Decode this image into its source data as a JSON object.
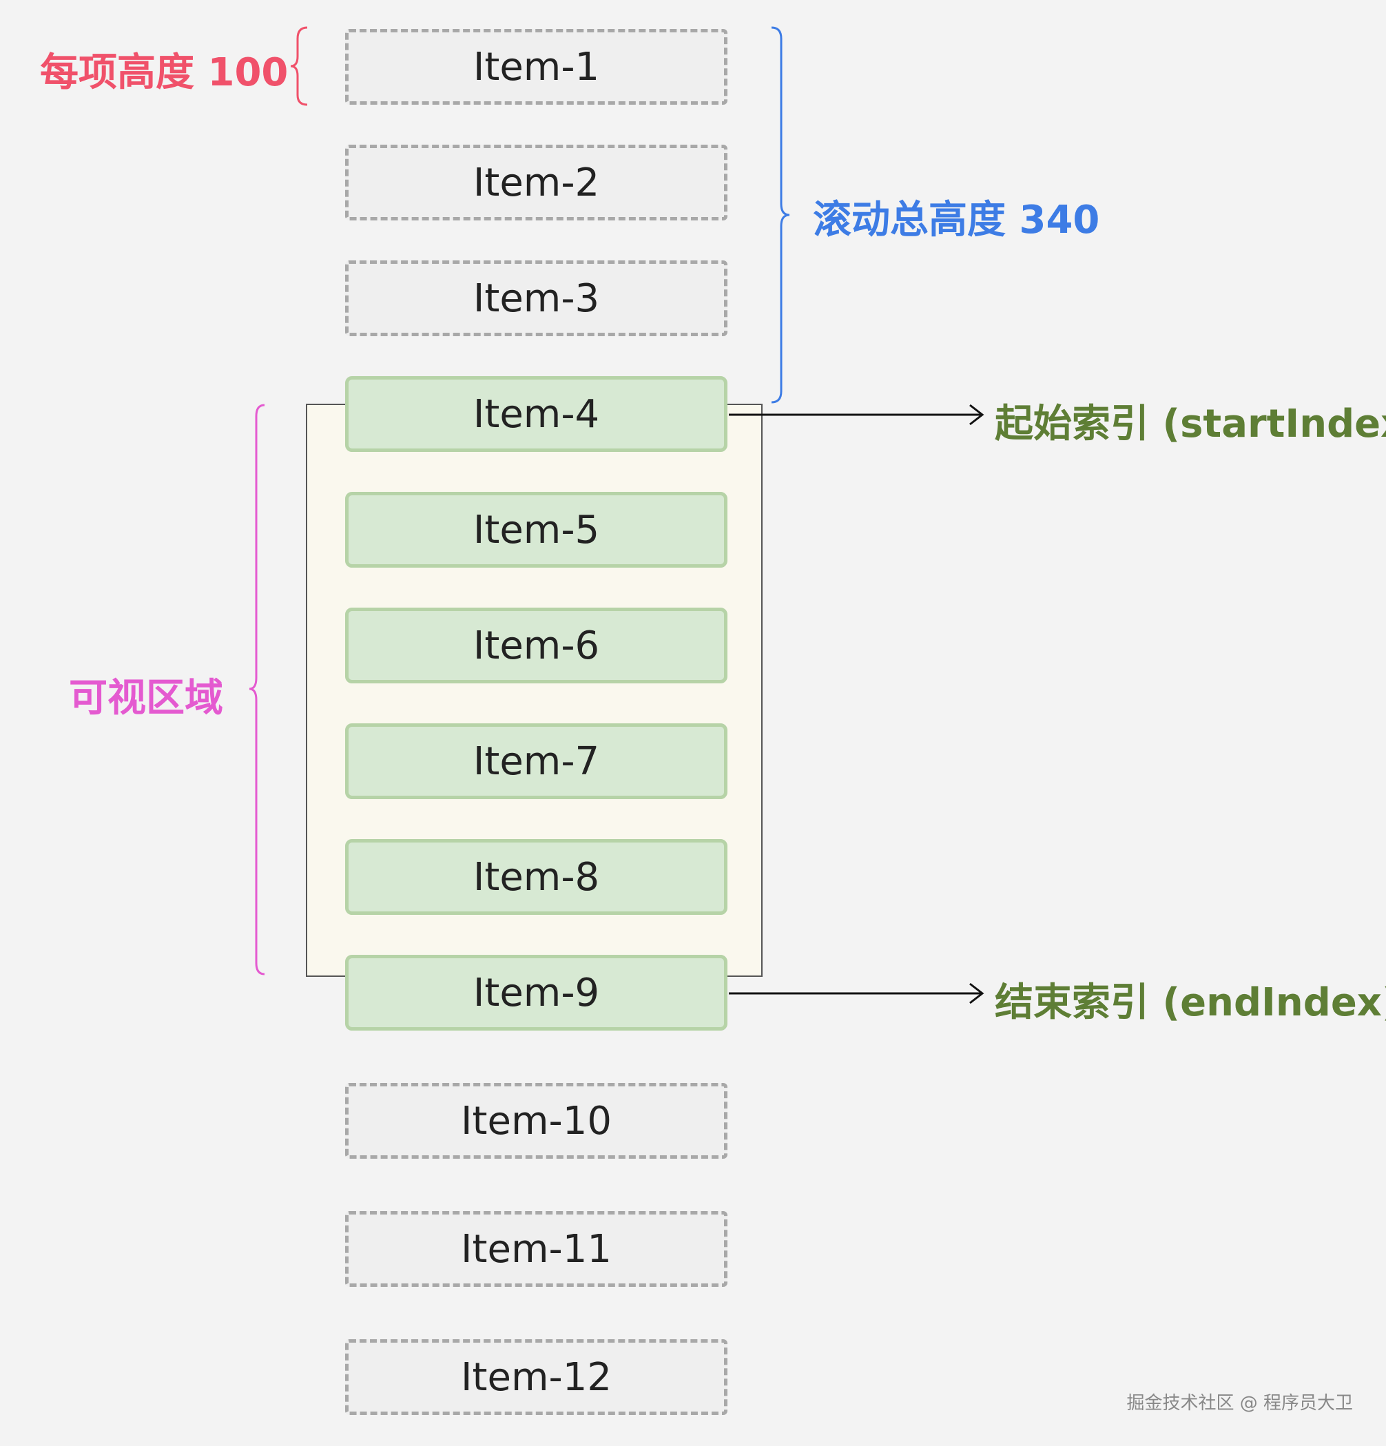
{
  "colors": {
    "item_height_label": "#f0516a",
    "scroll_height_label": "#3d7ce5",
    "visible_area_label": "#e45ad0",
    "index_label": "#5e7e35",
    "visible_item_fill": "#d7e9d3",
    "placeholder_fill": "#efefef"
  },
  "annotations": {
    "item_height": "每项高度 100",
    "scroll_height": "滚动总高度 340",
    "visible_area": "可视区域",
    "start_index": "起始索引 (startIndex)",
    "end_index": "结束索引 (endIndex)"
  },
  "items": [
    {
      "label": "Item-1",
      "state": "placeholder"
    },
    {
      "label": "Item-2",
      "state": "placeholder"
    },
    {
      "label": "Item-3",
      "state": "placeholder"
    },
    {
      "label": "Item-4",
      "state": "rendered"
    },
    {
      "label": "Item-5",
      "state": "rendered"
    },
    {
      "label": "Item-6",
      "state": "rendered"
    },
    {
      "label": "Item-7",
      "state": "rendered"
    },
    {
      "label": "Item-8",
      "state": "rendered"
    },
    {
      "label": "Item-9",
      "state": "rendered"
    },
    {
      "label": "Item-10",
      "state": "placeholder"
    },
    {
      "label": "Item-11",
      "state": "placeholder"
    },
    {
      "label": "Item-12",
      "state": "placeholder"
    }
  ],
  "watermark": "掘金技术社区 @ 程序员大卫"
}
